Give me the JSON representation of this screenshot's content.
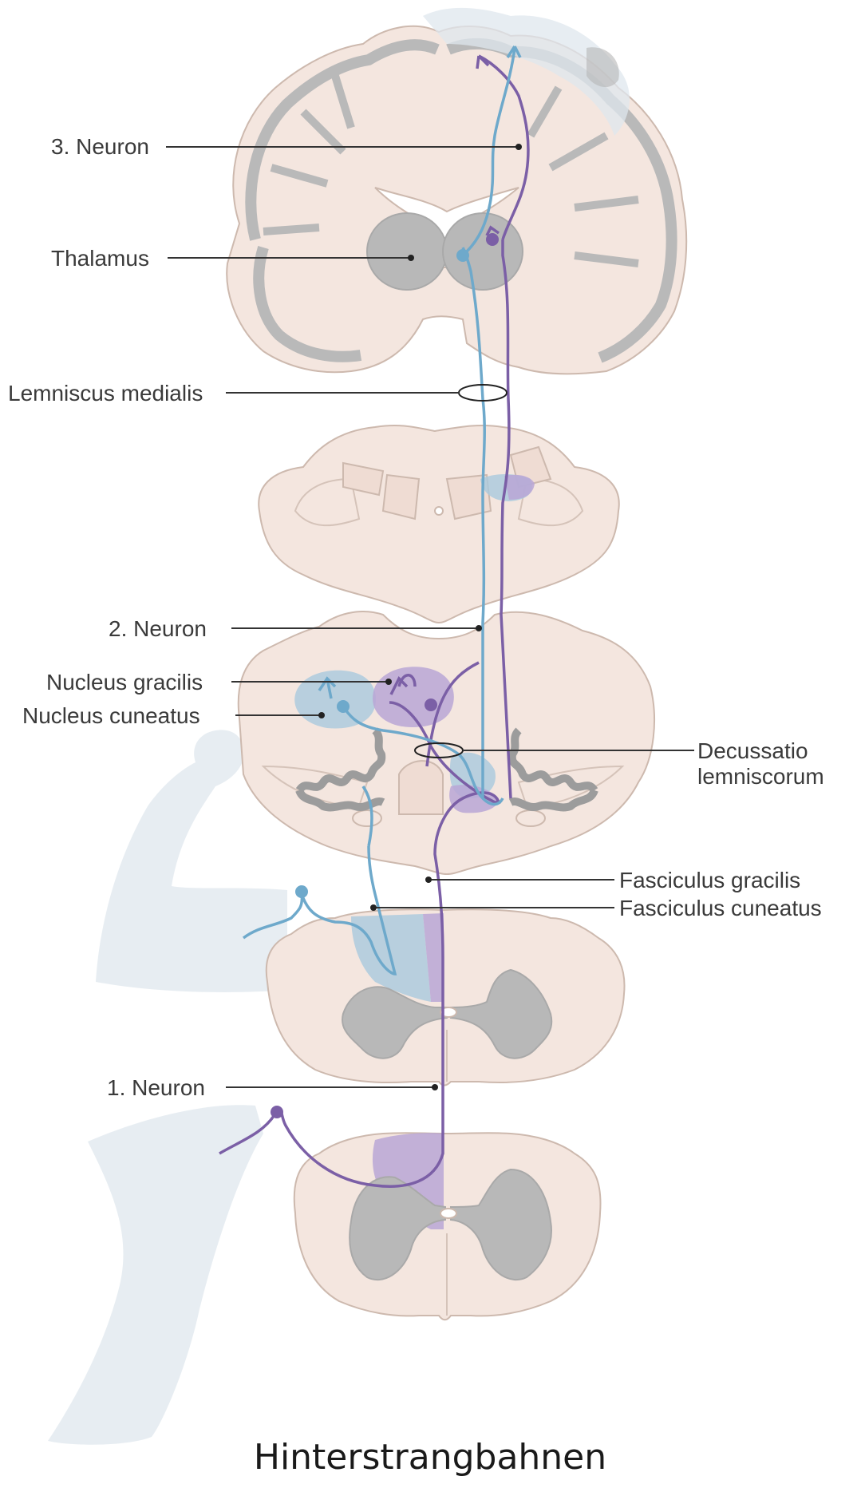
{
  "title": "Hinterstrangbahnen",
  "labels": {
    "neuron3": "3. Neuron",
    "thalamus": "Thalamus",
    "lemniscus_medialis": "Lemniscus medialis",
    "neuron2": "2. Neuron",
    "nucleus_gracilis": "Nucleus gracilis",
    "nucleus_cuneatus": "Nucleus cuneatus",
    "decussatio_line1": "Decussatio",
    "decussatio_line2": "lemniscorum",
    "fasciculus_gracilis": "Fasciculus gracilis",
    "fasciculus_cuneatus": "Fasciculus cuneatus",
    "neuron1": "1. Neuron"
  },
  "colors": {
    "tissue": "#f4e6df",
    "grey_matter": "#b8b8b8",
    "blue_pathway": "#6ea9cb",
    "purple_pathway": "#7b5fa6",
    "limb_silhouette": "#dfe7ee"
  }
}
